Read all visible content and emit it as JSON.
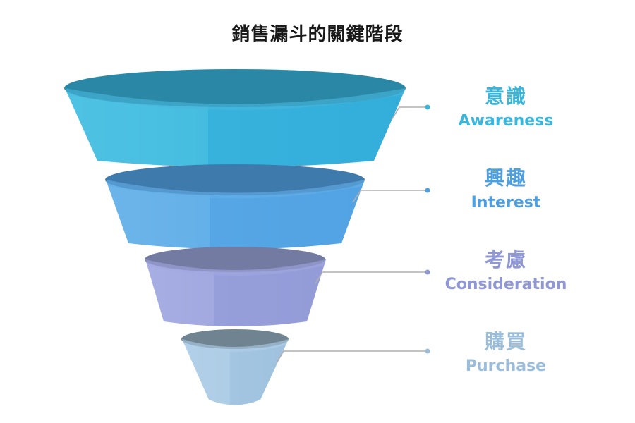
{
  "title": "銷售漏斗的關鍵階段",
  "stages": [
    {
      "zh": "意識",
      "en": "Awareness",
      "color": "#3ab5db",
      "label_color": "#3ab5db"
    },
    {
      "zh": "興趣",
      "en": "Interest",
      "color": "#5aaae6",
      "label_color": "#4d9fdf"
    },
    {
      "zh": "考慮",
      "en": "Consideration",
      "color": "#9aa3dc",
      "label_color": "#8f98d4"
    },
    {
      "zh": "購買",
      "en": "Purchase",
      "color": "#a8c8e2",
      "label_color": "#9bbdd9"
    }
  ]
}
